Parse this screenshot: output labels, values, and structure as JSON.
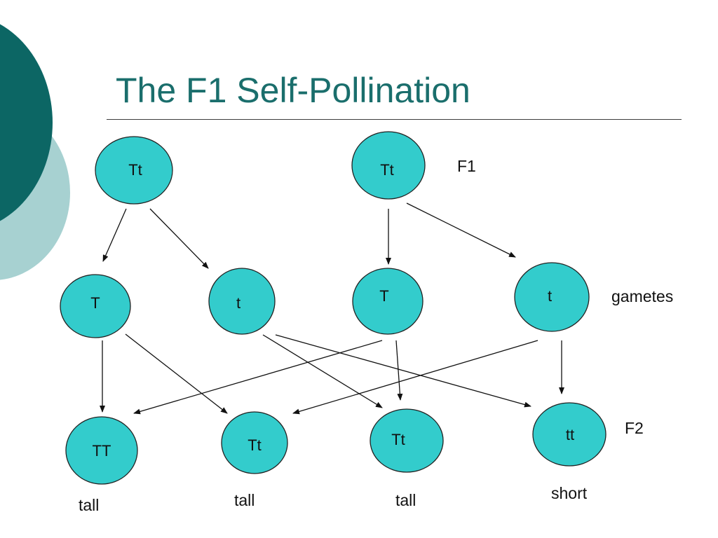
{
  "title": "The F1 Self-Pollination",
  "colors": {
    "node_fill": "#33cccc",
    "node_stroke": "#222222",
    "title_color": "#1a6e6c",
    "deco_dark": "#0c6664",
    "deco_light": "#a7d1d1"
  },
  "generation_labels": {
    "f1": "F1",
    "gametes": "gametes",
    "f2": "F2"
  },
  "nodes": {
    "f1_left": "Tt",
    "f1_right": "Tt",
    "gamete_1": "T",
    "gamete_2": "t",
    "gamete_3": "T",
    "gamete_4": "t",
    "f2_1": "TT",
    "f2_2": "Tt",
    "f2_3": "Tt",
    "f2_4": "tt"
  },
  "phenotypes": {
    "p1": "tall",
    "p2": "tall",
    "p3": "tall",
    "p4": "short"
  },
  "edges": [
    {
      "from": "f1_left",
      "to": "gamete_1"
    },
    {
      "from": "f1_left",
      "to": "gamete_2"
    },
    {
      "from": "f1_right",
      "to": "gamete_3"
    },
    {
      "from": "f1_right",
      "to": "gamete_4"
    },
    {
      "from": "gamete_1",
      "to": "f2_1"
    },
    {
      "from": "gamete_1",
      "to": "f2_2"
    },
    {
      "from": "gamete_2",
      "to": "f2_3"
    },
    {
      "from": "gamete_2",
      "to": "f2_4"
    },
    {
      "from": "gamete_3",
      "to": "f2_1"
    },
    {
      "from": "gamete_3",
      "to": "f2_3"
    },
    {
      "from": "gamete_4",
      "to": "f2_2"
    },
    {
      "from": "gamete_4",
      "to": "f2_4"
    }
  ]
}
